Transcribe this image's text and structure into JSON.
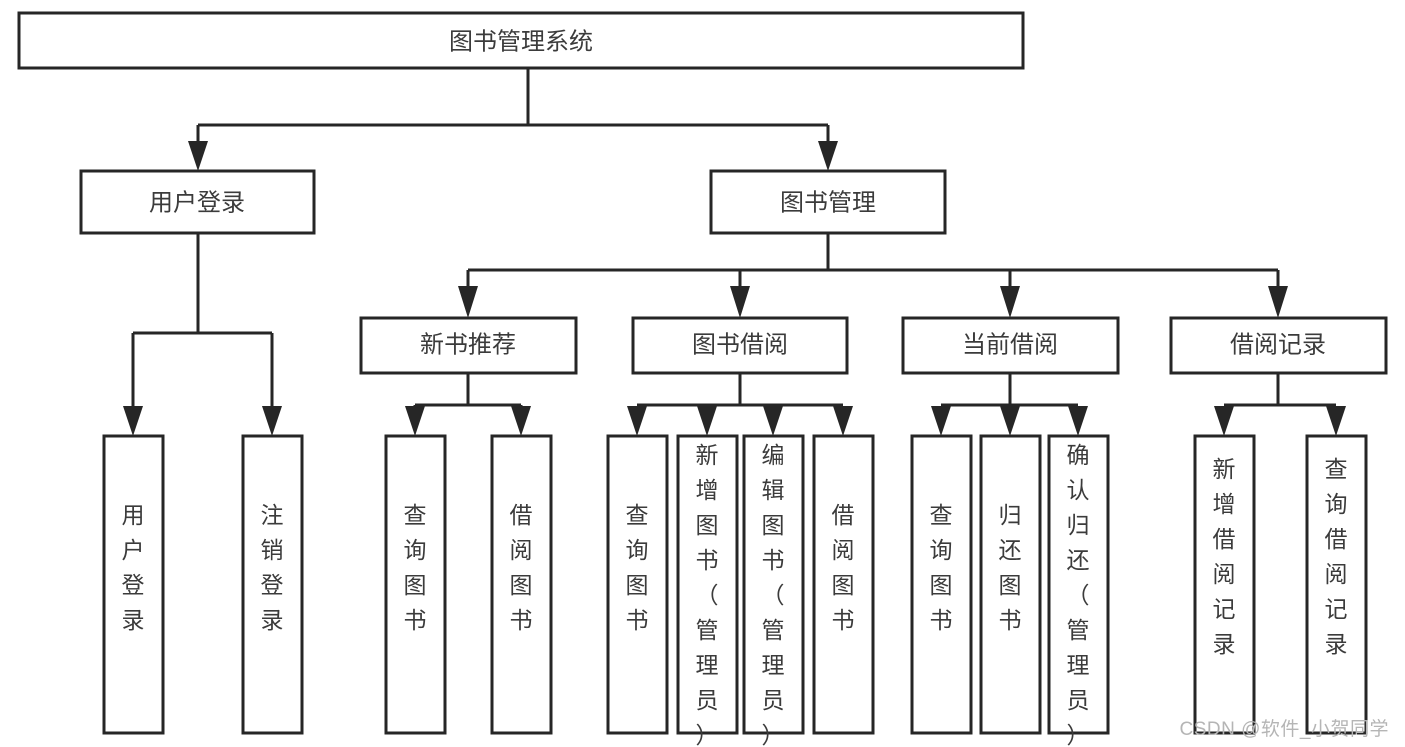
{
  "diagram": {
    "title": "图书管理系统",
    "type": "tree",
    "watermark": "CSDN @软件_小贺同学",
    "colors": {
      "stroke": "#262626",
      "fill": "#ffffff",
      "text": "#3b3b3b",
      "watermark": "#b5b5b5",
      "background": "#ffffff"
    },
    "root": {
      "id": "root",
      "label": "图书管理系统"
    },
    "level1": [
      {
        "id": "user-login",
        "label": "用户登录"
      },
      {
        "id": "book-management",
        "label": "图书管理"
      }
    ],
    "level2": [
      {
        "id": "new-book-recommend",
        "label": "新书推荐",
        "parent": "book-management"
      },
      {
        "id": "book-borrow",
        "label": "图书借阅",
        "parent": "book-management"
      },
      {
        "id": "current-borrow",
        "label": "当前借阅",
        "parent": "book-management"
      },
      {
        "id": "borrow-record",
        "label": "借阅记录",
        "parent": "book-management"
      }
    ],
    "leaves": [
      {
        "id": "leaf-user-login",
        "label": "用户登录",
        "parent": "user-login"
      },
      {
        "id": "leaf-logout",
        "label": "注销登录",
        "parent": "user-login"
      },
      {
        "id": "leaf-query-book-1",
        "label": "查询图书",
        "parent": "new-book-recommend"
      },
      {
        "id": "leaf-borrow-book-1",
        "label": "借阅图书",
        "parent": "new-book-recommend"
      },
      {
        "id": "leaf-query-book-2",
        "label": "查询图书",
        "parent": "book-borrow"
      },
      {
        "id": "leaf-add-book",
        "label": "新增图书（管理员）",
        "parent": "book-borrow"
      },
      {
        "id": "leaf-edit-book",
        "label": "编辑图书（管理员）",
        "parent": "book-borrow"
      },
      {
        "id": "leaf-borrow-book-2",
        "label": "借阅图书",
        "parent": "book-borrow"
      },
      {
        "id": "leaf-query-book-3",
        "label": "查询图书",
        "parent": "current-borrow"
      },
      {
        "id": "leaf-return-book",
        "label": "归还图书",
        "parent": "current-borrow"
      },
      {
        "id": "leaf-confirm-return",
        "label": "确认归还（管理员）",
        "parent": "current-borrow"
      },
      {
        "id": "leaf-add-record",
        "label": "新增借阅记录",
        "parent": "borrow-record"
      },
      {
        "id": "leaf-query-record",
        "label": "查询借阅记录",
        "parent": "borrow-record"
      }
    ]
  }
}
